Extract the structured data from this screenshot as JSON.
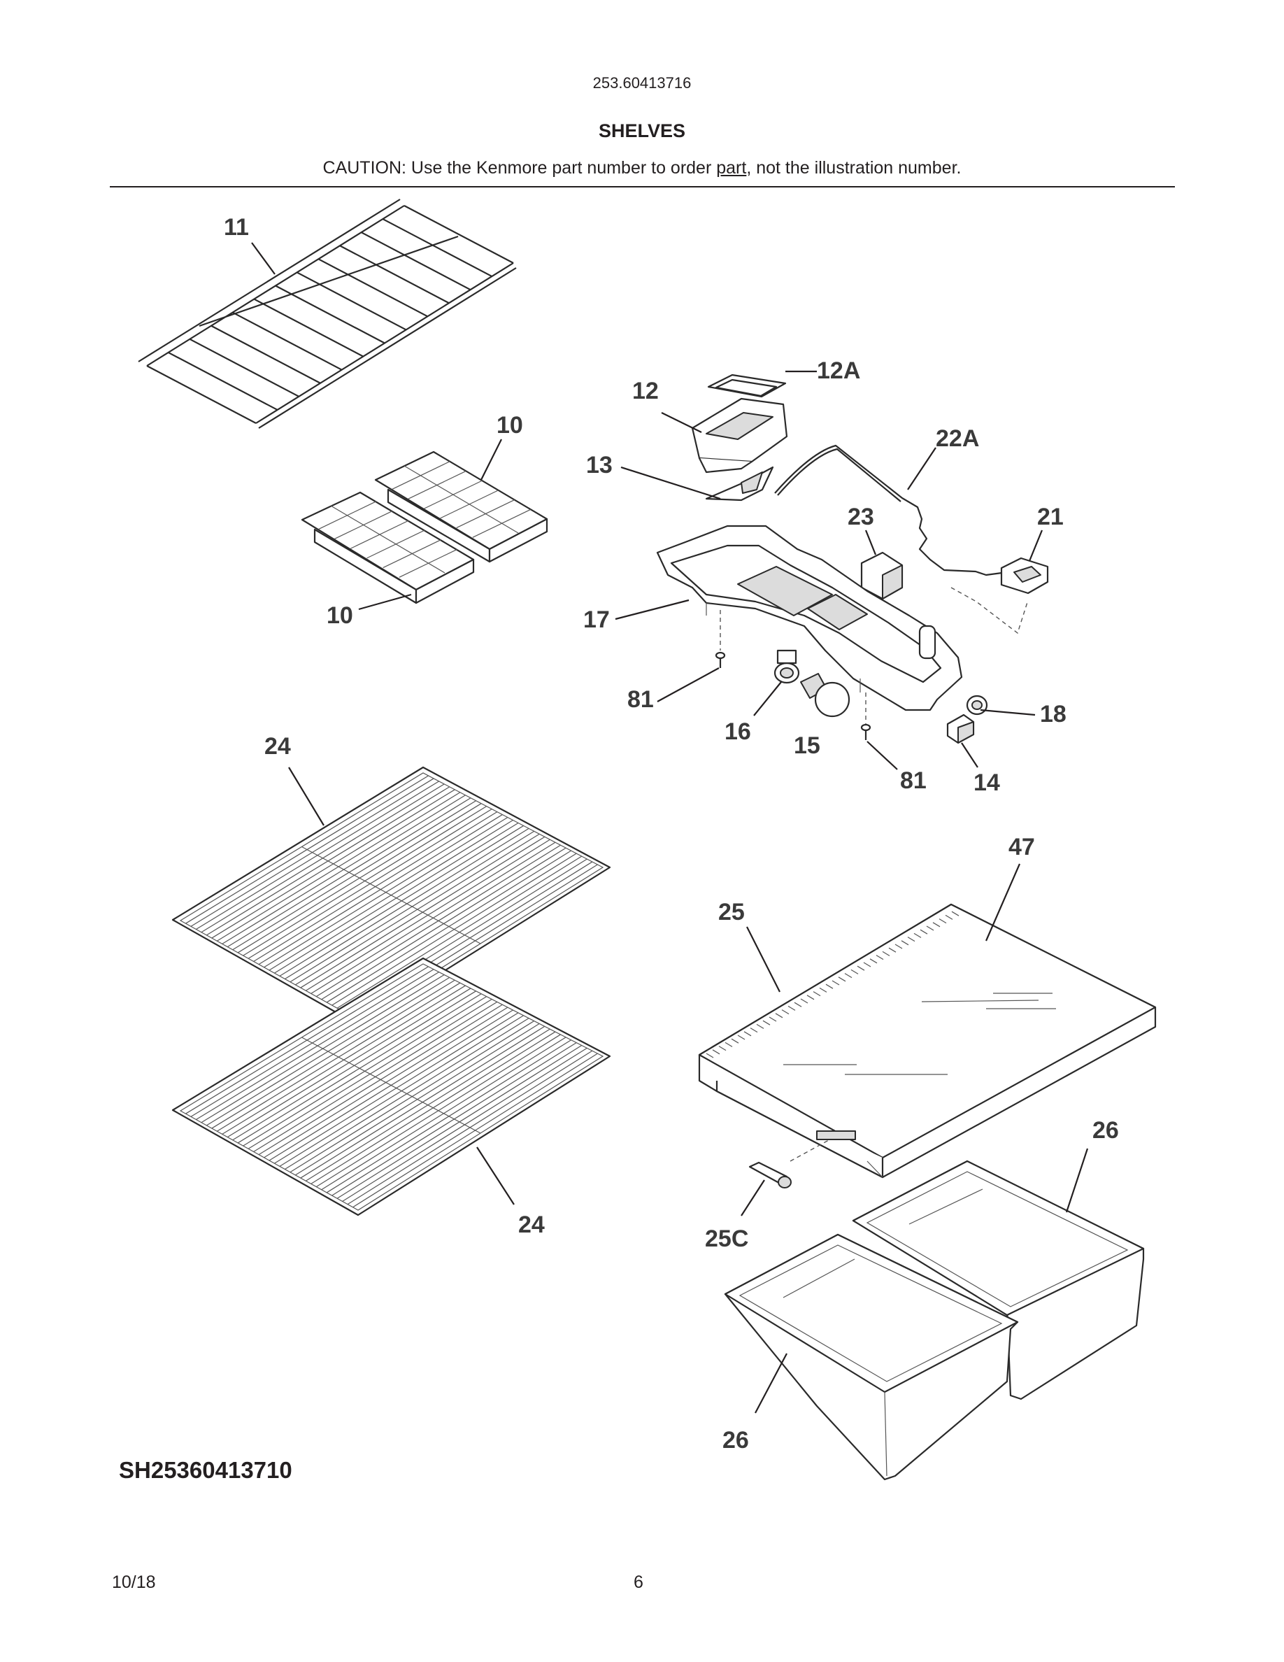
{
  "header": {
    "model_number": "253.60413716",
    "section_title": "SHELVES",
    "caution_prefix": "CAUTION: Use the Kenmore part number to order ",
    "caution_underlined": "part",
    "caution_suffix": ", not the illustration number."
  },
  "callouts": {
    "c11": "11",
    "c10a": "10",
    "c10b": "10",
    "c12": "12",
    "c12a": "12A",
    "c13": "13",
    "c22a": "22A",
    "c23": "23",
    "c21": "21",
    "c17": "17",
    "c81a": "81",
    "c81b": "81",
    "c16": "16",
    "c15": "15",
    "c18": "18",
    "c14": "14",
    "c24a": "24",
    "c24b": "24",
    "c47": "47",
    "c25": "25",
    "c26a": "26",
    "c26b": "26",
    "c25c": "25C"
  },
  "footer": {
    "figure_code": "SH25360413710",
    "date": "10/18",
    "page_number": "6"
  }
}
